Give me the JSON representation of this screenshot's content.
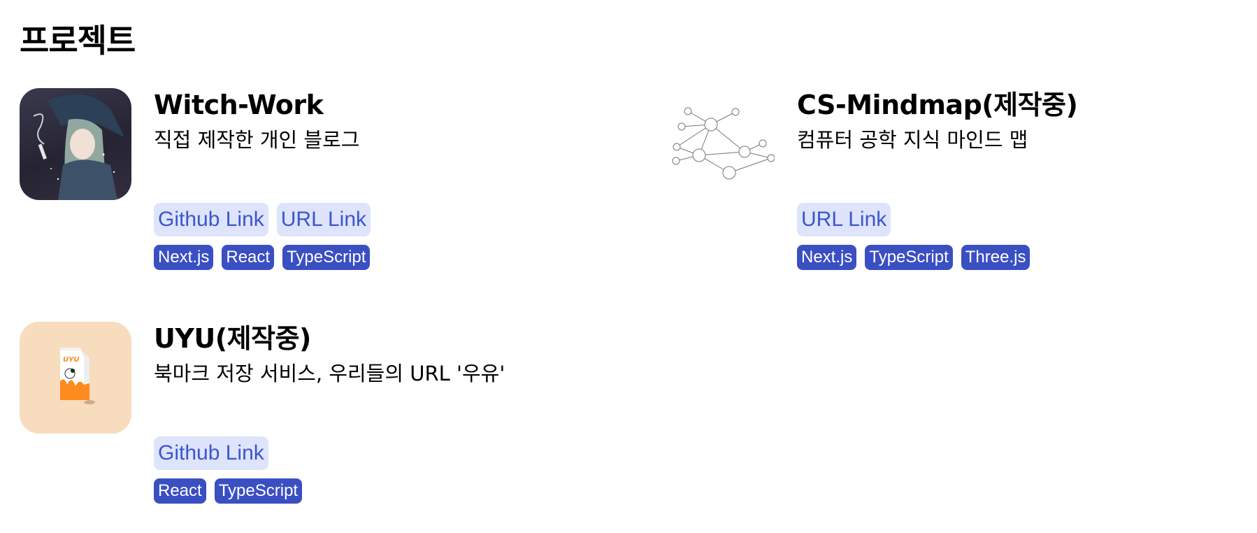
{
  "page": {
    "title": "프로젝트"
  },
  "colors": {
    "link_bg": "#dde4fb",
    "link_text": "#3d55cd",
    "tag_bg": "#3a4fc2",
    "tag_text": "#ffffff",
    "uyu_thumb_bg": "#f7dcbd"
  },
  "projects": [
    {
      "name": "Witch-Work",
      "description": "직접 제작한 개인 블로그",
      "thumbnail_icon": "witch-illustration-icon",
      "links": [
        {
          "label": "Github Link"
        },
        {
          "label": "URL Link"
        }
      ],
      "tags": [
        {
          "label": "Next.js"
        },
        {
          "label": "React"
        },
        {
          "label": "TypeScript"
        }
      ]
    },
    {
      "name": "CS-Mindmap(제작중)",
      "description": "컴퓨터 공학 지식 마인드 맵",
      "thumbnail_icon": "network-graph-icon",
      "links": [
        {
          "label": "URL Link"
        }
      ],
      "tags": [
        {
          "label": "Next.js"
        },
        {
          "label": "TypeScript"
        },
        {
          "label": "Three.js"
        }
      ]
    },
    {
      "name": "UYU(제작중)",
      "description": "북마크 저장 서비스, 우리들의 URL '우유'",
      "thumbnail_icon": "milk-carton-icon",
      "thumbnail_text": "UYU",
      "links": [
        {
          "label": "Github Link"
        }
      ],
      "tags": [
        {
          "label": "React"
        },
        {
          "label": "TypeScript"
        }
      ]
    }
  ]
}
